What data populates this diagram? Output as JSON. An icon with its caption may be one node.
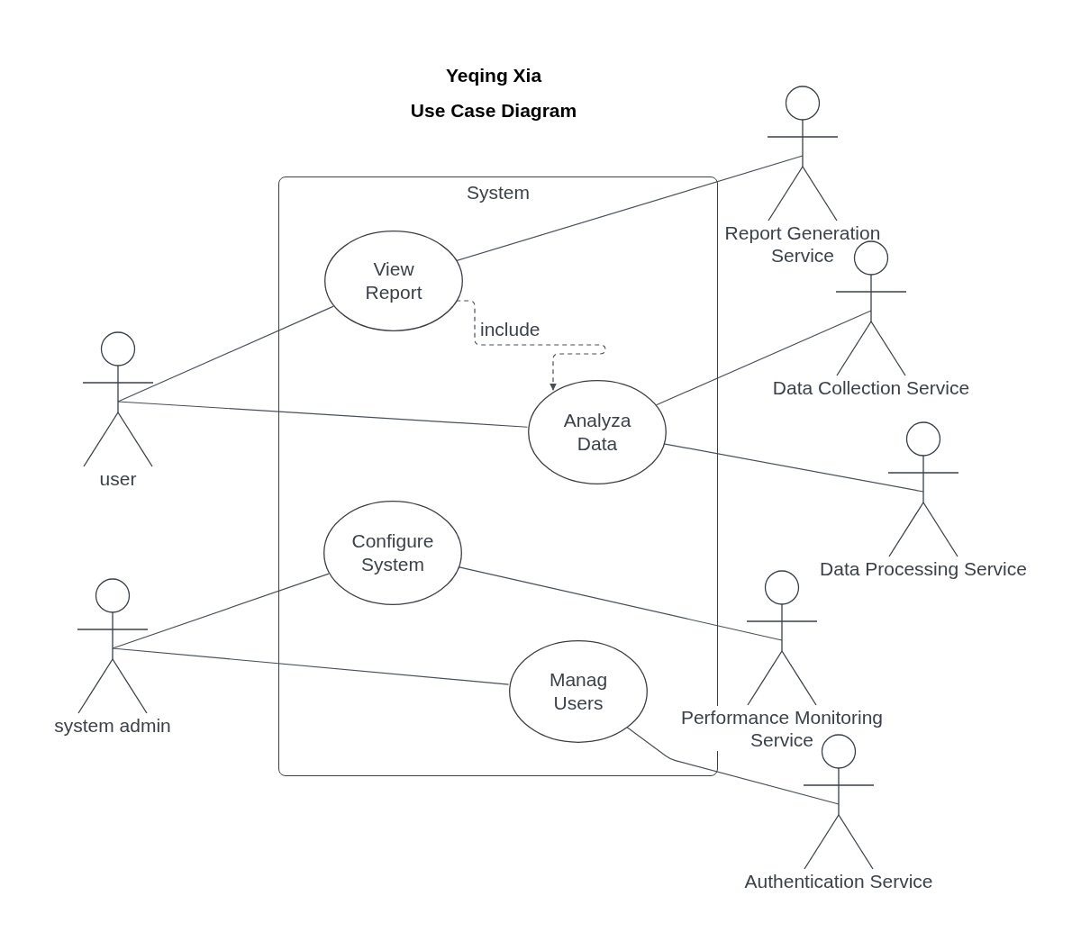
{
  "diagram": {
    "title": "Use Case Diagram",
    "nodes": [
      {
        "text": [
          "System"
        ]
      },
      {
        "text": [
          "View Report"
        ],
        "in": 0
      },
      {
        "text": [
          "Analyza Data"
        ],
        "in": 0
      },
      {
        "text": [
          "Configure System"
        ],
        "in": 0
      },
      {
        "text": [
          "Manag Users"
        ],
        "in": 0
      },
      {
        "text": [
          "user"
        ]
      },
      {
        "text": [
          "system admin"
        ]
      },
      {
        "text": [
          "Report Generation Service"
        ]
      },
      {
        "text": [
          "Data Collection Service"
        ]
      },
      {
        "text": [
          "Data Processing Service"
        ]
      },
      {
        "text": [
          "Performance Monitoring Service"
        ]
      },
      {
        "text": [
          "Authentication Service"
        ]
      }
    ],
    "edges": [
      {
        "from": 5,
        "to": 1,
        "arrow": "none"
      },
      {
        "from": 5,
        "to": 2,
        "arrow": "none"
      },
      {
        "from": 1,
        "to": 7,
        "arrow": "none"
      },
      {
        "from": 1,
        "to": 2,
        "arrow": "to",
        "label": "include",
        "style": "dashed"
      },
      {
        "from": 2,
        "to": 8,
        "arrow": "none"
      },
      {
        "from": 2,
        "to": 9,
        "arrow": "none"
      },
      {
        "from": 6,
        "to": 3,
        "arrow": "none"
      },
      {
        "from": 6,
        "to": 4,
        "arrow": "none"
      },
      {
        "from": 3,
        "to": 10,
        "arrow": "none"
      },
      {
        "from": 4,
        "to": 11,
        "arrow": "none"
      }
    ],
    "labels": [
      "Yeqing Xia"
    ]
  }
}
